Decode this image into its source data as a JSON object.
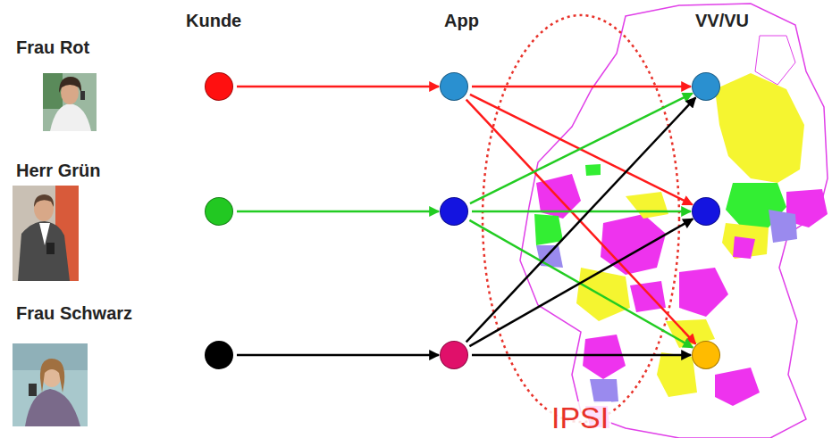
{
  "diagram": {
    "nodes": [
      {
        "text": [
          "Frau Rot"
        ]
      },
      {
        "text": [
          "Herr Grün"
        ]
      },
      {
        "text": [
          "Frau Schwarz"
        ]
      },
      {
        "text": []
      },
      {
        "text": []
      },
      {
        "text": []
      },
      {
        "text": []
      },
      {
        "text": []
      },
      {
        "text": []
      }
    ],
    "edges": [
      {
        "from": 0,
        "to": 3,
        "arrow": "to"
      },
      {
        "from": 1,
        "to": 4,
        "arrow": "to"
      },
      {
        "from": 2,
        "to": 5,
        "arrow": "to"
      },
      {
        "from": 3,
        "to": 6,
        "arrow": "to"
      },
      {
        "from": 3,
        "to": 7,
        "arrow": "to"
      },
      {
        "from": 3,
        "to": 8,
        "arrow": "to"
      },
      {
        "from": 4,
        "to": 6,
        "arrow": "to"
      },
      {
        "from": 4,
        "to": 7,
        "arrow": "to"
      },
      {
        "from": 4,
        "to": 8,
        "arrow": "to"
      },
      {
        "from": 5,
        "to": 6,
        "arrow": "to"
      },
      {
        "from": 5,
        "to": 7,
        "arrow": "to"
      },
      {
        "from": 5,
        "to": 8,
        "arrow": "to"
      }
    ],
    "labels": [
      "Kunde",
      "App",
      "VV/VU",
      "IPSI"
    ]
  }
}
